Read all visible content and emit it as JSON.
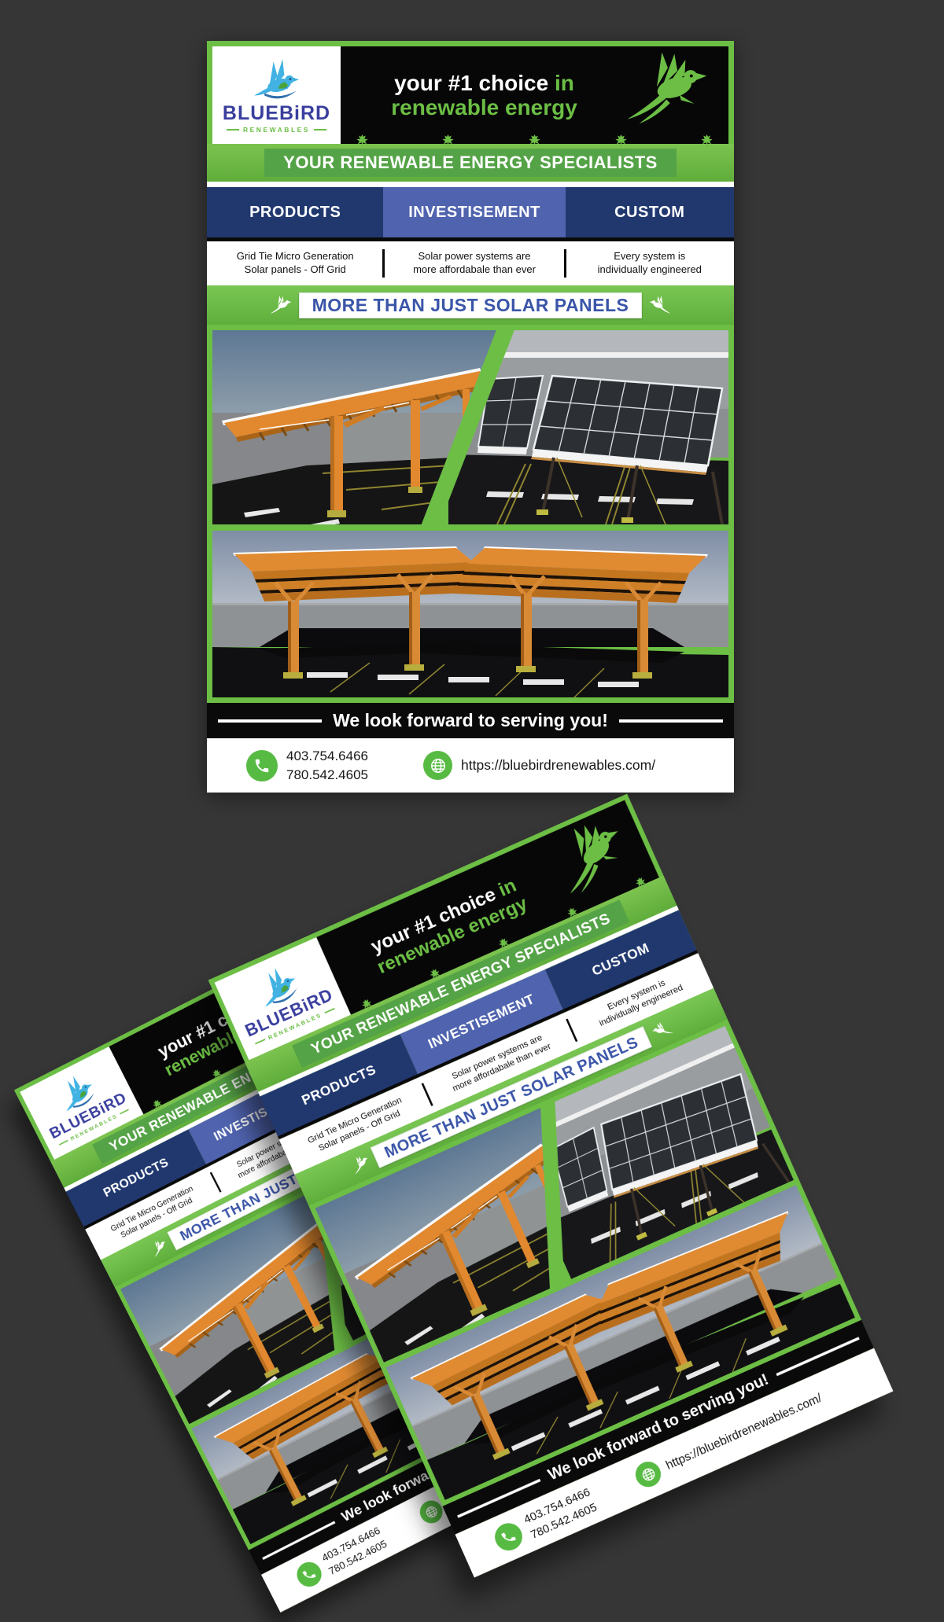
{
  "colors": {
    "background": "#363636",
    "green": "#6cbe45",
    "green_dark": "#55a347",
    "navy": "#21386f",
    "blue_active": "#4f63ae",
    "banner_blue_text": "#3a55a8",
    "logo_blue": "#3a3f9e",
    "logo_cyan": "#41b2e2",
    "black": "#0a0a0a"
  },
  "flyer": {
    "logo": {
      "name": "BLUEBiRD",
      "subtitle": "RENEWABLES"
    },
    "header": {
      "tagline_white": "your #1 choice",
      "tagline_accent": "in",
      "tagline_line2": "renewable energy"
    },
    "specialists_banner": "YOUR RENEWABLE ENERGY SPECIALISTS",
    "nav": {
      "products": "PRODUCTS",
      "investisement": "INVESTISEMENT",
      "custom": "CUSTOM"
    },
    "features": [
      {
        "line1": "Grid Tie Micro Generation",
        "line2": "Solar panels - Off Grid"
      },
      {
        "line1": "Solar power systems are",
        "line2": "more affordabale than ever"
      },
      {
        "line1": "Every system is",
        "line2": "individually engineered"
      }
    ],
    "solar_banner": "MORE THAN JUST SOLAR PANELS",
    "closing": "We look forward to serving you!",
    "contact": {
      "phone1": "403.754.6466",
      "phone2": "780.542.4605",
      "website": "https://bluebirdrenewables.com/"
    }
  }
}
